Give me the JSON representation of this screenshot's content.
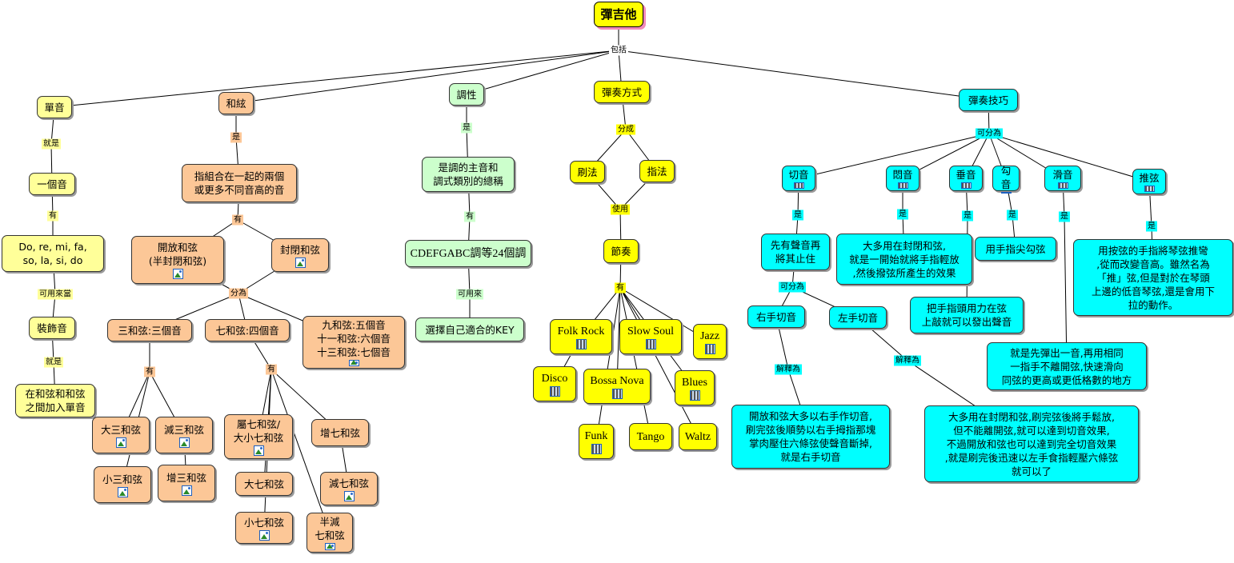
{
  "root": "彈吉他",
  "labels": {
    "include": "包括",
    "is": "就是",
    "has": "有",
    "used_as": "可用來當",
    "is2": "是",
    "classify": "分為",
    "usable": "可用來",
    "divide_into": "分成",
    "use": "使用",
    "can_divide": "可分為",
    "explained": "解釋為"
  },
  "nodes": {
    "single_note": "單音",
    "chord": "和絃",
    "tonality": "調性",
    "playing_method": "彈奏方式",
    "technique": "彈奏技巧",
    "one_note": "一個音",
    "scale_notes": "Do, re, mi, fa,\nso, la, si, do",
    "ornament": "裝飾音",
    "ornament_desc": "在和弦和和弦\n之間加入單音",
    "chord_def": "指組合在一起的兩個\n或更多不同音高的音",
    "open_chord": "開放和弦\n(半封閉和弦)",
    "barre_chord": "封閉和弦",
    "triad": "三和弦:三個音",
    "seventh": "七和弦:四個音",
    "ninth": "九和弦:五個音\n十一和弦:六個音\n十三和弦:七個音",
    "major_triad": "大三和弦",
    "minor_triad": "小三和弦",
    "dim_triad": "減三和弦",
    "aug_triad": "增三和弦",
    "dom7": "屬七和弦/\n大小七和弦",
    "maj7": "大七和弦",
    "min7": "小七和弦",
    "half_dim7": "半減\n七和弦",
    "aug7": "增七和弦",
    "dim7": "減七和弦",
    "key_def": "是調的主音和\n調式類別的總稱",
    "keys24": "CDEFGABC調等24個調",
    "choose_key": "選擇自己適合的KEY",
    "strum": "刷法",
    "finger": "指法",
    "rhythm": "節奏",
    "folk_rock": "Folk Rock",
    "slow_soul": "Slow Soul",
    "jazz": "Jazz",
    "disco": "Disco",
    "bossa_nova": "Bossa Nova",
    "blues": "Blues",
    "funk": "Funk",
    "tango": "Tango",
    "waltz": "Waltz",
    "mute": "切音",
    "hammer": "悶音",
    "hammer_on": "垂音",
    "pick": "勾音",
    "slide": "滑音",
    "bend": "推弦",
    "mute_def": "先有聲音再\n將其止住",
    "right_mute": "右手切音",
    "left_mute": "左手切音",
    "right_mute_desc": "開放和弦大多以右手作切音,\n刷完弦後順勢以右手拇指那塊\n掌肉壓住六條弦使聲音斷掉,\n就是右手切音",
    "left_mute_desc": "大多用在封閉和弦,刷完弦後將手鬆放,\n但不能離開弦,就可以達到切音效果,\n不過開放和弦也可以達到完全切音效果\n,就是刷完後迅速以左手食指輕壓六條弦\n就可以了",
    "hammer_desc": "大多用在封閉和弦,\n就是一開始就將手指輕放\n,然後撥弦所產生的效果",
    "hammer_on_desc": "把手指頭用力在弦\n上敲就可以發出聲音",
    "pick_desc": "用手指尖勾弦",
    "slide_desc": "就是先彈出一音,再用相同\n一指手不離開弦,快速滑向\n同弦的更高或更低格數的地方",
    "bend_desc": "用按弦的手指將琴弦推彎\n,從而改變音高。雖然名為\n「推」弦,但是對於在琴頭\n上邊的低音琴弦,還是會用下\n拉的動作。"
  }
}
